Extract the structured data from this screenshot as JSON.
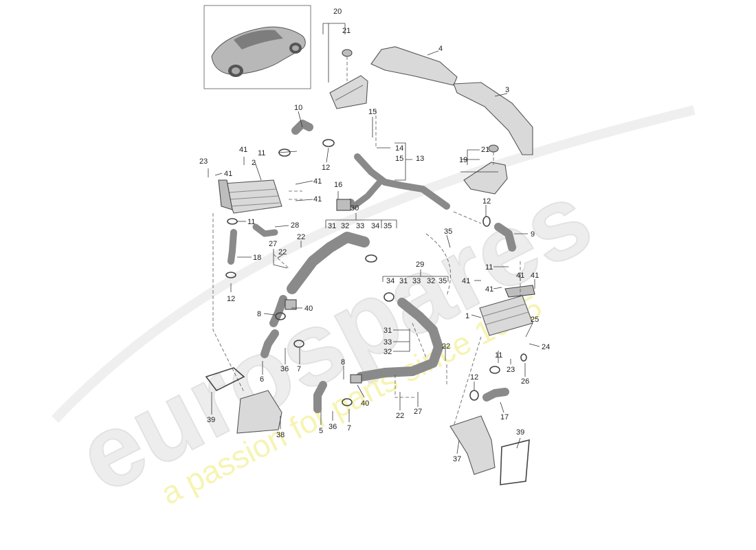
{
  "watermark": {
    "brand": "eurospares",
    "tagline": "a passion for parts since 1985",
    "brand_color": "#e8e8e8",
    "tagline_color": "#f3f19a"
  },
  "diagram": {
    "line_color": "#333333",
    "callouts": {
      "c20": "20",
      "c21a": "21",
      "c4": "4",
      "c3": "3",
      "c10": "10",
      "c15": "15",
      "c14": "14",
      "c15b": "15",
      "c13": "13",
      "c21b": "21",
      "c19": "19",
      "c41a": "41",
      "c23a": "23",
      "c41b": "41",
      "c2": "2",
      "c11a": "11",
      "c12a": "12",
      "c41c": "41",
      "c41d": "41",
      "c16": "16",
      "c12b": "12",
      "c11b": "11",
      "c28": "28",
      "c30": "30",
      "c31a": "31",
      "c32a": "32",
      "c33a": "33",
      "c34a": "34",
      "c35a": "35",
      "c22a": "22",
      "c27a": "27",
      "c22b": "22",
      "c18": "18",
      "c12c": "12",
      "c35b": "35",
      "c9": "9",
      "c29": "29",
      "c34b": "34",
      "c31b": "31",
      "c33b": "33",
      "c32b": "32",
      "c35c": "35",
      "c11c": "11",
      "c41e": "41",
      "c41f": "41",
      "c41g": "41",
      "c41h": "41",
      "c8a": "8",
      "c40a": "40",
      "c1": "1",
      "c25": "25",
      "c31c": "31",
      "c33c": "33",
      "c32c": "32",
      "c22c": "22",
      "c24": "24",
      "c36a": "36",
      "c7a": "7",
      "c6": "6",
      "c11d": "11",
      "c23b": "23",
      "c26": "26",
      "c8b": "8",
      "c12d": "12",
      "c39a": "39",
      "c40b": "40",
      "c22d": "22",
      "c27b": "27",
      "c38": "38",
      "c5": "5",
      "c36b": "36",
      "c7b": "7",
      "c17": "17",
      "c37": "37",
      "c39b": "39"
    }
  }
}
